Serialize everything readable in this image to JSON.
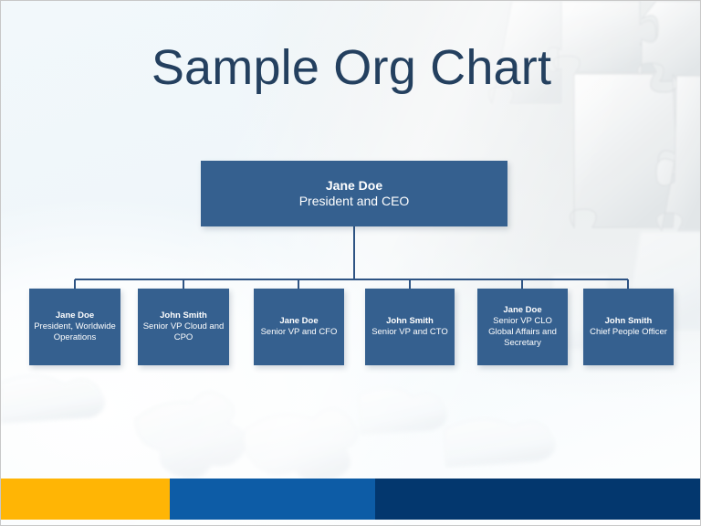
{
  "slide": {
    "title": "Sample Org Chart",
    "title_color": "#24405F",
    "node_fill": "#35608F",
    "connector_color": "#2E5484",
    "background": "puzzle-pieces-photo"
  },
  "org_chart": {
    "root": {
      "name": "Jane Doe",
      "title": "President and CEO"
    },
    "children": [
      {
        "name": "Jane Doe",
        "title": "President, Worldwide Operations"
      },
      {
        "name": "John Smith",
        "title": "Senior VP Cloud and CPO"
      },
      {
        "name": "Jane Doe",
        "title": "Senior VP and CFO"
      },
      {
        "name": "John Smith",
        "title": "Senior VP and CTO"
      },
      {
        "name": "Jane Doe",
        "title": "Senior VP CLO Global Affairs and Secretary"
      },
      {
        "name": "John Smith",
        "title": "Chief People Officer"
      }
    ]
  },
  "footer": {
    "segments": [
      {
        "name": "accent-orange",
        "color": "#FFB505"
      },
      {
        "name": "accent-blue",
        "color": "#0D5CA6"
      },
      {
        "name": "accent-navy",
        "color": "#03376E"
      }
    ]
  }
}
